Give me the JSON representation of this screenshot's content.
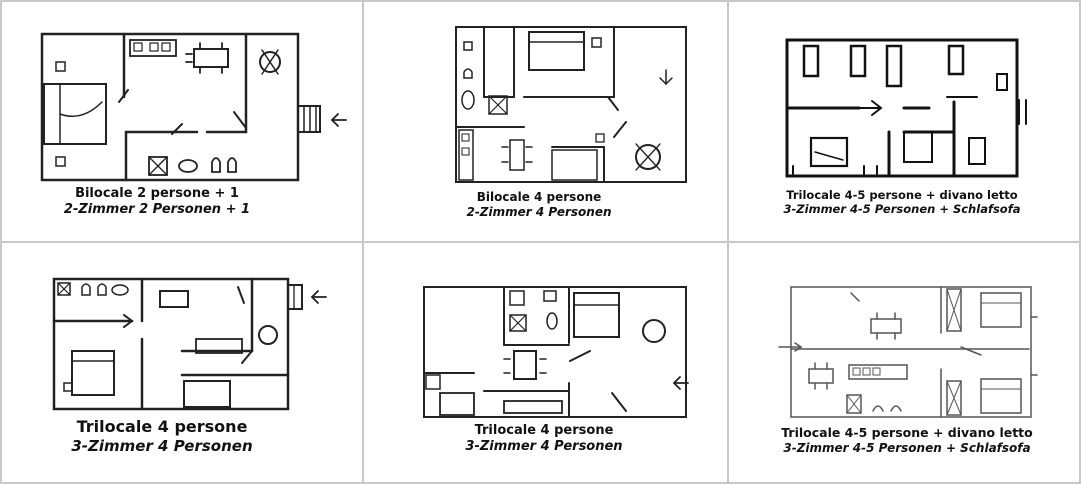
{
  "plans": [
    {
      "id": "bilocale-2",
      "line1": "Bilocale 2 persone + 1",
      "line2": "2-Zimmer 2 Personen + 1"
    },
    {
      "id": "bilocale-4",
      "line1": "Bilocale 4 persone",
      "line2": "2-Zimmer 4 Personen"
    },
    {
      "id": "trilocale-45-a",
      "line1": "Trilocale 4-5 persone + divano letto",
      "line2": "3-Zimmer 4-5 Personen + Schlafsofa"
    },
    {
      "id": "trilocale-4-a",
      "line1": "Trilocale 4 persone",
      "line2": "3-Zimmer 4 Personen"
    },
    {
      "id": "trilocale-4-b",
      "line1": "Trilocale 4 persone",
      "line2": "3-Zimmer 4 Personen"
    },
    {
      "id": "trilocale-45-b",
      "line1": "Trilocale 4-5 persone + divano letto",
      "line2": "3-Zimmer 4-5 Personen + Schlafsofa"
    }
  ],
  "colors": {
    "grid": "#c8c8c8",
    "ink": "#222222"
  }
}
